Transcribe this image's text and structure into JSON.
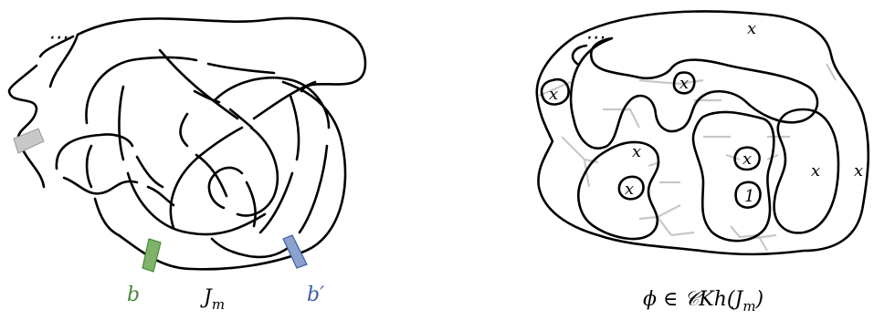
{
  "left_diagram": {
    "dots": "⋯",
    "band_b": {
      "label": "b",
      "color": "#4a8a3c",
      "fill": "#7fb36a"
    },
    "band_b_prime": {
      "label": "b′",
      "color": "#3c5fa8",
      "fill": "#8aa2cc"
    },
    "band_grey": {
      "fill": "#c8c8c8"
    },
    "caption_main": "J",
    "caption_sub": "m"
  },
  "right_diagram": {
    "dots": "⋯",
    "circle_labels": [
      "x",
      "x",
      "x",
      "x",
      "1"
    ],
    "region_labels": [
      "x",
      "x",
      "x",
      "x"
    ],
    "caption": "ϕ ∈ 𝒞Kh(J",
    "caption_sub": "m",
    "caption_close": ")"
  },
  "colors": {
    "grey_edge": "#c8c8c8",
    "stroke": "#000000"
  }
}
